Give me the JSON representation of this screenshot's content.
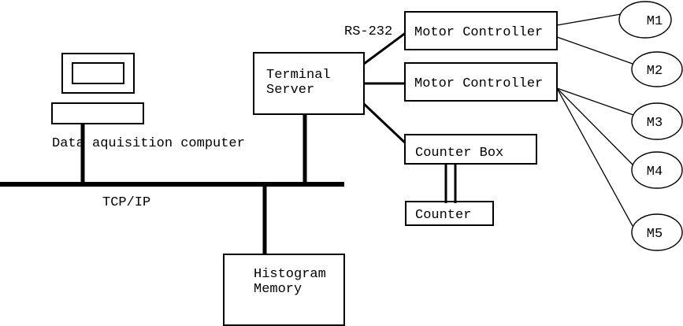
{
  "page": {
    "background_color": "#ffffff",
    "line_color": "#000000"
  },
  "diagram": {
    "computer_label": "Data aquisition computer",
    "bus_label": "TCP/IP",
    "serial_label": "RS-232",
    "terminal_server": {
      "line1": "Terminal",
      "line2": "Server"
    },
    "motor_controller_1": "Motor Controller",
    "motor_controller_2": "Motor Controller",
    "counter_box": "Counter Box",
    "counter": "Counter",
    "histogram_memory": {
      "line1": "Histogram",
      "line2": "Memory"
    },
    "motors": [
      "M1",
      "M2",
      "M3",
      "M4",
      "M5"
    ]
  }
}
